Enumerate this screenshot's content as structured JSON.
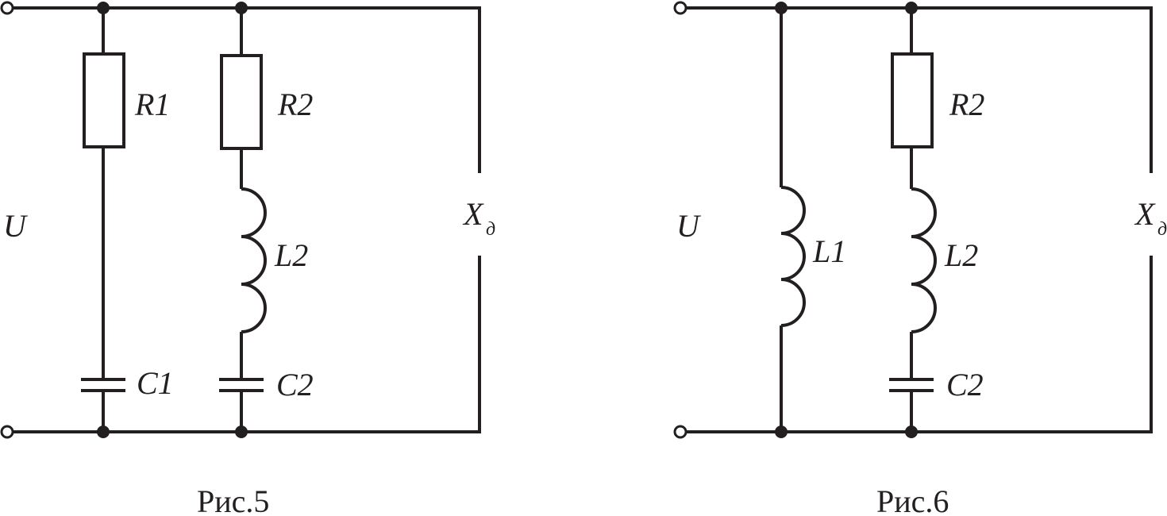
{
  "figures": [
    {
      "caption": "Рис.5",
      "source_label": "U",
      "load_label": "X",
      "load_subscript": "д",
      "branches": [
        {
          "components": [
            {
              "kind": "resistor",
              "label": "R1"
            },
            {
              "kind": "capacitor",
              "label": "C1"
            }
          ]
        },
        {
          "components": [
            {
              "kind": "resistor",
              "label": "R2"
            },
            {
              "kind": "inductor",
              "label": "L2"
            },
            {
              "kind": "capacitor",
              "label": "C2"
            }
          ]
        }
      ]
    },
    {
      "caption": "Рис.6",
      "source_label": "U",
      "load_label": "X",
      "load_subscript": "д",
      "branches": [
        {
          "components": [
            {
              "kind": "inductor",
              "label": "L1"
            }
          ]
        },
        {
          "components": [
            {
              "kind": "resistor",
              "label": "R2"
            },
            {
              "kind": "inductor",
              "label": "L2"
            },
            {
              "kind": "capacitor",
              "label": "C2"
            }
          ]
        }
      ]
    }
  ],
  "colors": {
    "line": "#231f20",
    "background": "#ffffff"
  }
}
